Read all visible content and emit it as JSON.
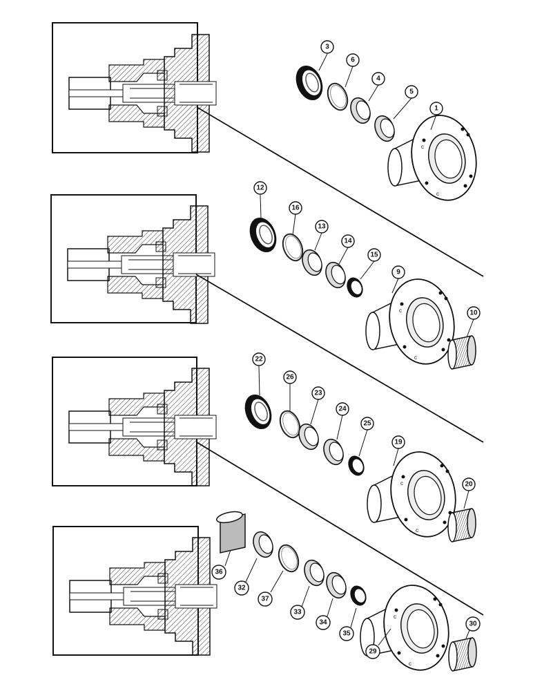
{
  "diagram": {
    "sections": [
      {
        "id": "sec1",
        "callouts": [
          "3",
          "6",
          "4",
          "5",
          "1"
        ]
      },
      {
        "id": "sec2",
        "callouts": [
          "12",
          "16",
          "13",
          "14",
          "15",
          "9",
          "10"
        ]
      },
      {
        "id": "sec3",
        "callouts": [
          "22",
          "26",
          "23",
          "24",
          "25",
          "19",
          "20"
        ]
      },
      {
        "id": "sec4",
        "callouts": [
          "36",
          "32",
          "37",
          "33",
          "34",
          "35",
          "29",
          "30"
        ]
      }
    ],
    "colors": {
      "ink": "#111111",
      "paper": "#ffffff",
      "hatch": "#333333"
    }
  }
}
